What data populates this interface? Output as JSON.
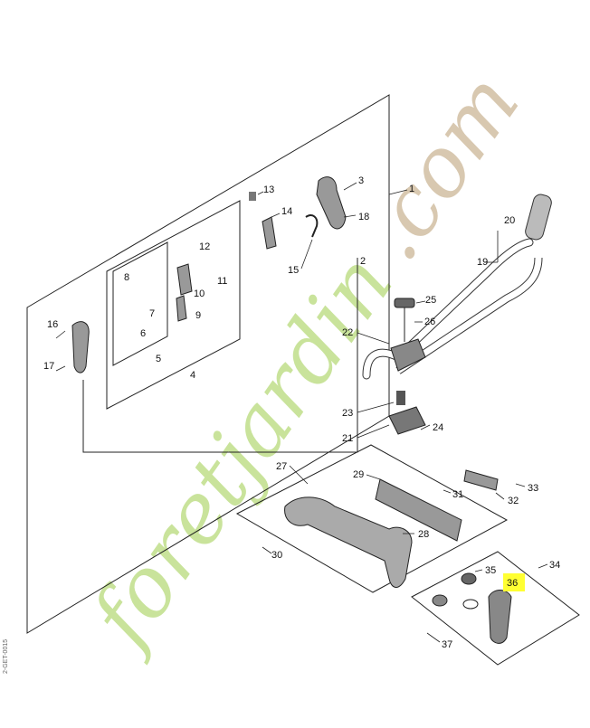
{
  "watermark": {
    "lettering": "foretjardin.com",
    "text_color": "#c9e39b",
    "dot_color": "#d8c8b0"
  },
  "side_code": "2-GET-0015",
  "highlight": {
    "callout": "36",
    "color": "#ffff33"
  },
  "callouts": [
    "1",
    "2",
    "3",
    "4",
    "5",
    "6",
    "7",
    "8",
    "9",
    "10",
    "11",
    "12",
    "13",
    "14",
    "15",
    "16",
    "17",
    "18",
    "19",
    "20",
    "21",
    "22",
    "23",
    "24",
    "25",
    "26",
    "27",
    "28",
    "29",
    "30",
    "31",
    "32",
    "33",
    "34",
    "35",
    "36",
    "37"
  ]
}
